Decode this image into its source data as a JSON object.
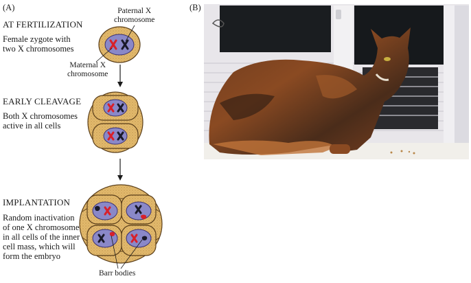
{
  "panel_a": {
    "label": "(A)",
    "stages": [
      {
        "title": "AT FERTILIZATION",
        "desc": "Female zygote with\ntwo X chromosomes"
      },
      {
        "title": "EARLY CLEAVAGE",
        "desc": "Both X chromosomes\nactive in all cells"
      },
      {
        "title": "IMPLANTATION",
        "desc": "Random inactivation\nof one X chromosome\nin all cells of the inner\ncell mass, which will\nform the embryo"
      }
    ],
    "annotations": {
      "paternal": "Paternal X\nchromosome",
      "maternal": "Maternal X\nchromosome",
      "barr": "Barr bodies"
    },
    "colors": {
      "cell_fill": "#e2b96c",
      "cell_stroke": "#5a3e1a",
      "nucleus": "#8a88c8",
      "maternal_x": "#d8202a",
      "paternal_x": "#1a1a2a",
      "barr_body": "#d8202a"
    }
  },
  "panel_b": {
    "label": "(B)"
  }
}
